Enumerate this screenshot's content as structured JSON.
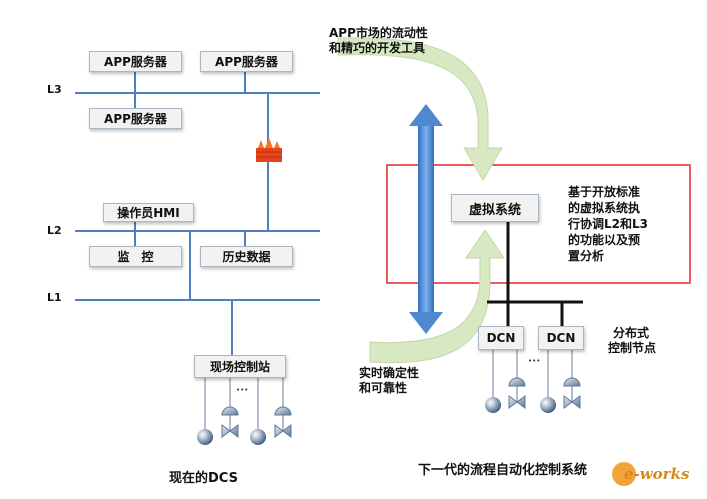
{
  "left": {
    "app_server": "APP服务器",
    "app_server_2": "APP服务器",
    "app_server_3": "APP服务器",
    "hmi": "操作员HMI",
    "monitor": "监　控",
    "history": "历史数据",
    "field_station": "现场控制站",
    "level_l3": "L3",
    "level_l2": "L2",
    "level_l1": "L1",
    "dots": "•••",
    "caption": "现在的DCS"
  },
  "right": {
    "top_note_line1": "APP市场的流动性",
    "top_note_line2": "和精巧的开发工具",
    "virtual_system": "虚拟系统",
    "desc_line1": "基于开放标准",
    "desc_line2": "的虚拟系统执",
    "desc_line3": "行协调L2和L3",
    "desc_line4": "的功能以及预",
    "desc_line5": "置分析",
    "dcn_1": "DCN",
    "dcn_2": "DCN",
    "dcn_dots": "•••",
    "nodes_line1": "分布式",
    "nodes_line2": "控制节点",
    "bottom_note_line1": "实时确定性",
    "bottom_note_line2": "和可靠性",
    "caption": "下一代的流程自动化控制系统"
  },
  "watermark": "e-works",
  "colors": {
    "bus_line": "#4e7fbf",
    "arrow_green": "#d7e8c2",
    "arrow_blue": "#4f87d0",
    "frame_red": "#e0252a",
    "firewall": "#e8441b"
  }
}
